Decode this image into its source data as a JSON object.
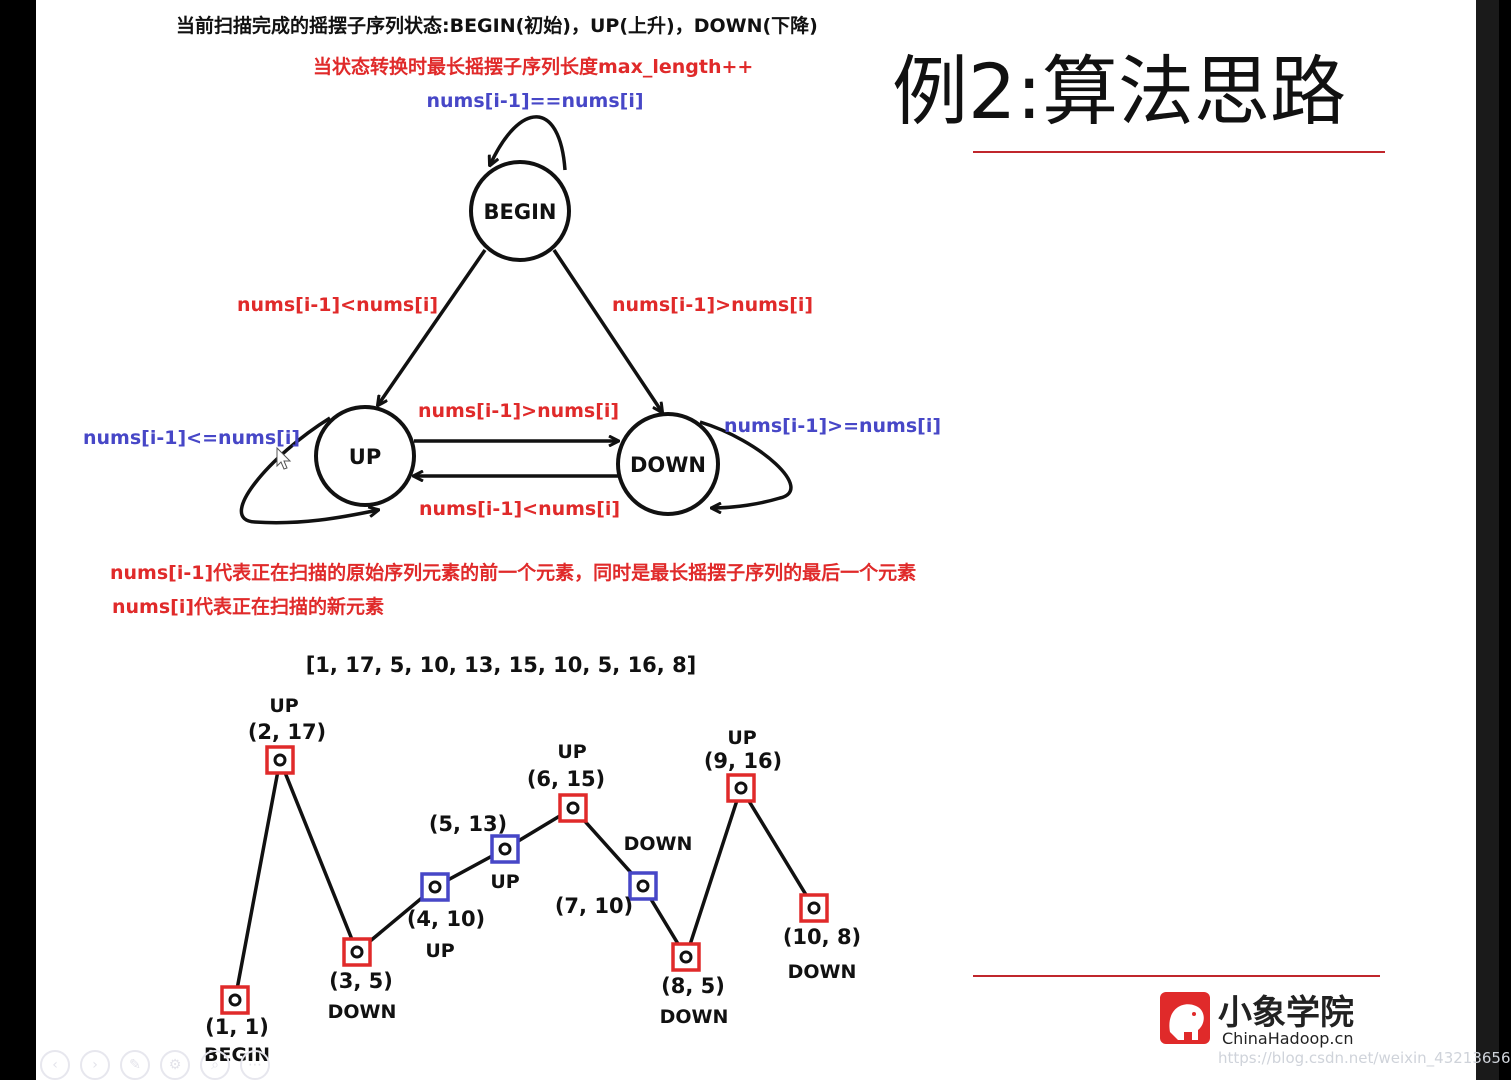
{
  "header": {
    "states_line": "当前扫描完成的摇摆子序列状态:BEGIN(初始)，UP(上升)，DOWN(下降)",
    "increment_line": "当状态转换时最长摇摆子序列长度max_length++"
  },
  "title": "例2:算法思路",
  "states": {
    "begin": "BEGIN",
    "up": "UP",
    "down": "DOWN"
  },
  "transitions": {
    "begin_self": "nums[i-1]==nums[i]",
    "begin_to_up": "nums[i-1]<nums[i]",
    "begin_to_down": "nums[i-1]>nums[i]",
    "up_to_down": "nums[i-1]>nums[i]",
    "down_to_up": "nums[i-1]<nums[i]",
    "up_self": "nums[i-1]<=nums[i]",
    "down_self": "nums[i-1]>=nums[i]"
  },
  "notes": {
    "prev": "nums[i-1]代表正在扫描的原始序列元素的前一个元素，同时是最长摇摆子序列的最后一个元素",
    "cur": "nums[i]代表正在扫描的新元素"
  },
  "sequence_label": "[1, 17, 5, 10, 13, 15, 10, 5, 16, 8]",
  "points": [
    {
      "coord": "(1, 1)",
      "state": "BEGIN",
      "color": "red"
    },
    {
      "coord": "(2, 17)",
      "state": "UP",
      "color": "red"
    },
    {
      "coord": "(3, 5)",
      "state": "DOWN",
      "color": "red"
    },
    {
      "coord": "(4, 10)",
      "state": "UP",
      "color": "blue"
    },
    {
      "coord": "(5, 13)",
      "state": "UP",
      "color": "blue"
    },
    {
      "coord": "(6, 15)",
      "state": "UP",
      "color": "red"
    },
    {
      "coord": "(7, 10)",
      "state": "DOWN",
      "color": "blue"
    },
    {
      "coord": "(8, 5)",
      "state": "DOWN",
      "color": "red"
    },
    {
      "coord": "(9, 16)",
      "state": "UP",
      "color": "red"
    },
    {
      "coord": "(10, 8)",
      "state": "DOWN",
      "color": "red"
    }
  ],
  "logo": {
    "cn": "小象学院",
    "en": "ChinaHadoop.cn"
  },
  "watermark": "https://blog.csdn.net/weixin_43213656",
  "colors": {
    "red": "#e02a2a",
    "blue": "#4747c7",
    "line": "#c0262c"
  }
}
